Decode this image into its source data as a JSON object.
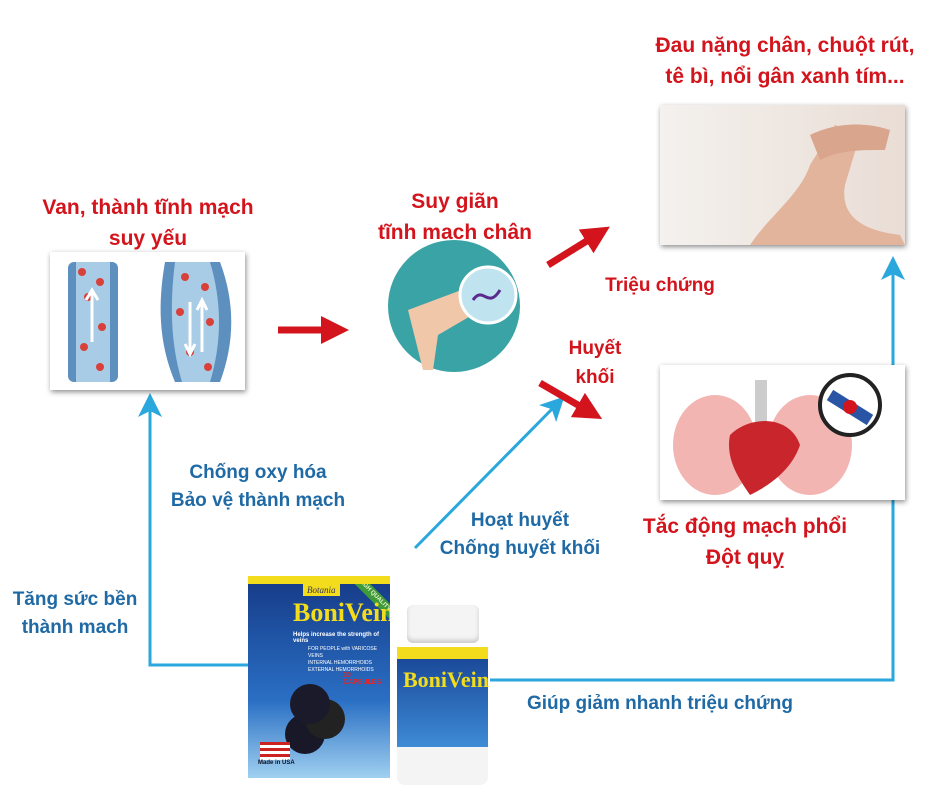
{
  "symptom_title": [
    "Đau nặng chân, chuột rút,",
    "tê bì, nổi gân xanh tím..."
  ],
  "cause": [
    "Van, thành tĩnh mạch",
    "suy yếu"
  ],
  "condition": [
    "Suy giãn",
    "tĩnh mạch chân"
  ],
  "symptom_label": "Triệu chứng",
  "thrombus_label": [
    "Huyết",
    "khối"
  ],
  "complication": [
    "Tắc động mạch phổi",
    "Đột quỵ"
  ],
  "antioxidant": [
    "Chống oxy hóa",
    "Bảo vệ thành mạch"
  ],
  "circulation": [
    "Hoạt huyết",
    "Chống huyết khối"
  ],
  "strength": [
    "Tăng sức bền",
    "thành mach"
  ],
  "relief": "Giúp giảm nhanh triệu chứng",
  "product": {
    "brand": "Botania",
    "name": "BoniVein",
    "tagline": "Helps increase the strength of veins",
    "for": "FOR PEOPLE with VARICOSE VEINS",
    "lines": [
      "INTERNAL HEMORRHOIDS",
      "EXTERNAL HEMORRHOIDS"
    ],
    "count": "30 CAPSULES",
    "origin": "Made in USA",
    "badge": "HIGH QUALITY"
  },
  "colors": {
    "red": "#d3141c",
    "blue_text": "#1f6aa5",
    "blue_line": "#2aa7dd"
  }
}
